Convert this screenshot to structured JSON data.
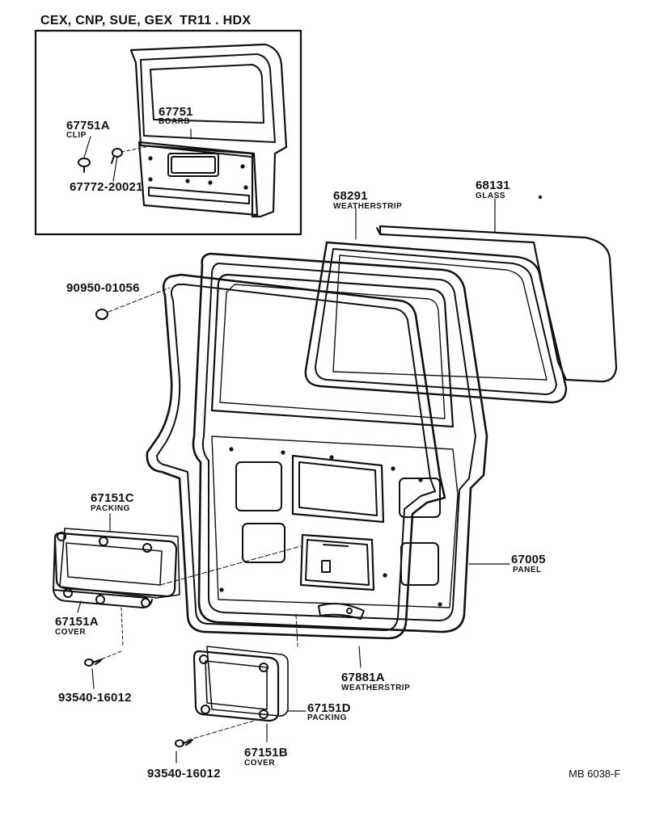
{
  "inset": {
    "variants": "CEX, CNP, SUE, GEX",
    "grade": "TR11 . HDX"
  },
  "parts": {
    "p67751": {
      "number": "67751",
      "name": "BOARD"
    },
    "p67751A": {
      "number": "67751A",
      "name": "CLIP"
    },
    "p67772": {
      "number": "67772-20021"
    },
    "p68291": {
      "number": "68291",
      "name": "WEATHERSTRIP"
    },
    "p68131": {
      "number": "68131",
      "name": "GLASS"
    },
    "p90950": {
      "number": "90950-01056"
    },
    "p67151C": {
      "number": "67151C",
      "name": "PACKING"
    },
    "p67005": {
      "number": "67005",
      "name": "PANEL"
    },
    "p67151A": {
      "number": "67151A",
      "name": "COVER"
    },
    "p93540a": {
      "number": "93540-16012"
    },
    "p67881A": {
      "number": "67881A",
      "name": "WEATHERSTRIP"
    },
    "p67151D": {
      "number": "67151D",
      "name": "PACKING"
    },
    "p67151B": {
      "number": "67151B",
      "name": "COVER"
    },
    "p93540b": {
      "number": "93540-16012"
    }
  },
  "figure_ref": "MB 6038-F"
}
